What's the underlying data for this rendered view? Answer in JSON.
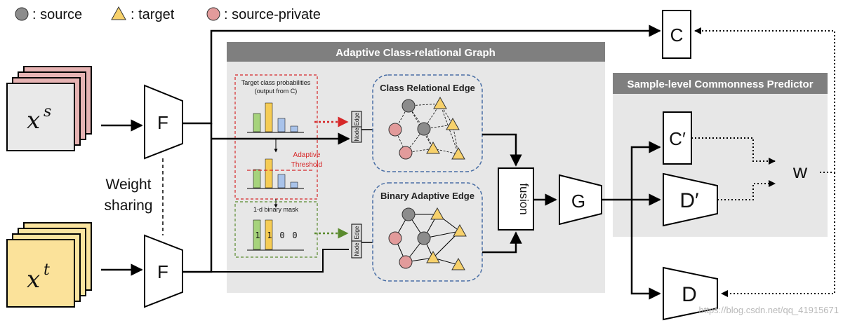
{
  "legend": {
    "source": ": source",
    "target": ": target",
    "source_private": ": source-private"
  },
  "colors": {
    "source": "#8c8c8c",
    "target": "#f7d16b",
    "source_private": "#e29b9b",
    "bar_green": "#a6d37c",
    "bar_yellow": "#f5cc55",
    "bar_blue": "#a9c3ea",
    "panel_bg": "#e7e7e7",
    "panel_header": "#7f7f7f",
    "red_dashed": "#d62728",
    "green_dashed": "#5a8a2e",
    "blue_dashed": "#4a6fa5"
  },
  "inputs": {
    "source_symbol": "x",
    "source_sup": "s",
    "target_symbol": "x",
    "target_sup": "t"
  },
  "encoder": {
    "top_label": "F",
    "bottom_label": "F",
    "weight_sharing_line1": "Weight",
    "weight_sharing_line2": "sharing"
  },
  "graph_panel": {
    "title": "Adaptive Class-relational Graph",
    "probs_title_line1": "Target class probabilities",
    "probs_title_line2": "(output from C)",
    "adaptive_line1": "Adaptive",
    "adaptive_line2": "Threshold",
    "mask_title": "1-d binary mask",
    "mask_digits": [
      "1",
      "1",
      "0",
      "0"
    ],
    "edge_tag": "Edge",
    "node_tag": "Node",
    "class_edge_title": "Class Relational Edge",
    "binary_edge_title": "Binary Adaptive Edge"
  },
  "fusion_label": "fusion",
  "generator_label": "G",
  "classifier_label": "C",
  "predictor_panel": {
    "title": "Sample-level Commonness Predictor",
    "c_prime_label": "C′",
    "d_prime_label": "D′"
  },
  "w_label": "w",
  "discriminator_label": "D",
  "watermark": "https://blog.csdn.net/qq_41915671"
}
